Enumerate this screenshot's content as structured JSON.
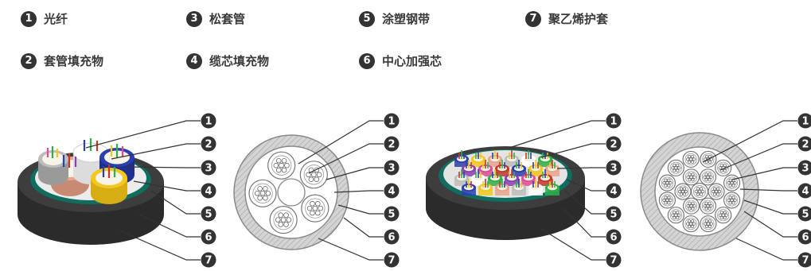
{
  "legend": [
    {
      "num": "1",
      "label": "光纤"
    },
    {
      "num": "2",
      "label": "套管填充物"
    },
    {
      "num": "3",
      "label": "松套管"
    },
    {
      "num": "4",
      "label": "缆芯填充物"
    },
    {
      "num": "5",
      "label": "涂塑钢带"
    },
    {
      "num": "6",
      "label": "中心加强芯"
    },
    {
      "num": "7",
      "label": "聚乙烯护套"
    }
  ],
  "callouts": [
    "1",
    "2",
    "3",
    "4",
    "5",
    "6",
    "7"
  ],
  "colors": {
    "sheath": "#2c2c2c",
    "steel_tape": "#0f6e5f",
    "filler": "#e9e9e9",
    "badge": "#333333",
    "tube_colors": [
      "#2a3fae",
      "#f2c81e",
      "#e8a48c",
      "#bdbdbd",
      "#ffffff",
      "#2fb04a",
      "#8b3fb0",
      "#e04a9a",
      "#c0392b"
    ]
  }
}
